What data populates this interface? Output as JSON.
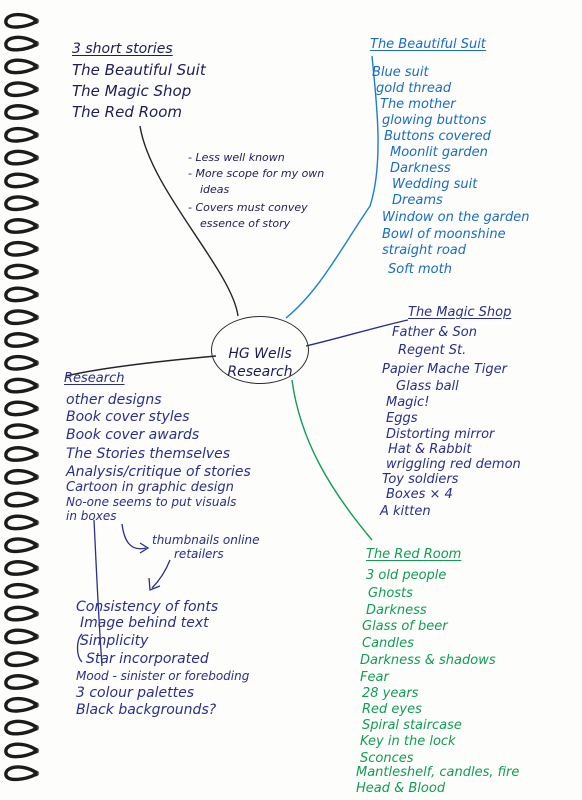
{
  "center": {
    "label": "HG Wells\nResearch"
  },
  "stories": {
    "heading": "3 short stories",
    "items": [
      "The Beautiful Suit",
      "The Magic Shop",
      "The Red Room"
    ]
  },
  "reasons": {
    "items": [
      "- Less well known",
      "- More scope for my own",
      "ideas",
      "- Covers must convey",
      "essence of story"
    ]
  },
  "beautiful_suit": {
    "heading": "The Beautiful Suit",
    "items": [
      "Blue suit",
      "gold thread",
      "The mother",
      "glowing buttons",
      "Buttons covered",
      "Moonlit garden",
      "Darkness",
      "Wedding suit",
      "Dreams",
      "Window on the garden",
      "Bowl of moonshine",
      "straight road",
      "Soft moth"
    ]
  },
  "magic_shop": {
    "heading": "The Magic Shop",
    "items": [
      "Father & Son",
      "Regent St.",
      "Papier Mache Tiger",
      "Glass ball",
      "Magic!",
      "Eggs",
      "Distorting mirror",
      "Hat & Rabbit",
      "wriggling red demon",
      "Toy soldiers",
      "Boxes × 4",
      "A kitten"
    ]
  },
  "research": {
    "heading": "Research",
    "items": [
      "other designs",
      "Book cover styles",
      "Book cover awards",
      "The Stories themselves",
      "Analysis/critique of stories",
      "Cartoon in graphic design",
      "No-one seems to put visuals",
      "in boxes"
    ]
  },
  "thumbnails": {
    "lines": [
      "thumbnails online",
      "retailers"
    ]
  },
  "consistency": {
    "items": [
      "Consistency of fonts",
      "Image behind text",
      "Simplicity",
      "Star incorporated",
      "Mood - sinister or foreboding",
      "3 colour palettes",
      "Black backgrounds?"
    ]
  },
  "red_room": {
    "heading": "The Red Room",
    "items": [
      "3 old people",
      "Ghosts",
      "Darkness",
      "Glass of beer",
      "Candles",
      "Darkness & shadows",
      "Fear",
      "28 years",
      "Red eyes",
      "Spiral staircase",
      "Key in the lock",
      "Sconces",
      "Mantleshelf, candles, fire",
      "Head & Blood"
    ]
  },
  "ink_colors": {
    "black": "#1f1d58",
    "navy": "#2a2f8a",
    "blue": "#1a6cc4",
    "green": "#129c56"
  }
}
